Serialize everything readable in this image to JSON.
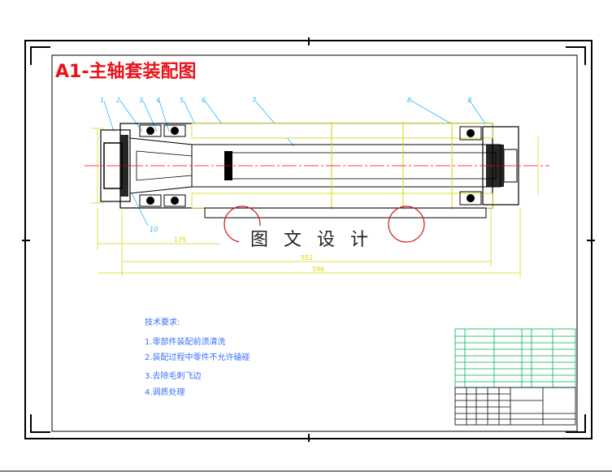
{
  "drawing_title": "A1-主轴套装配图",
  "watermark": "图 文 设 计",
  "part_numbers": [
    "1",
    "2",
    "3",
    "4",
    "5",
    "6",
    "7",
    "8",
    "9",
    "10"
  ],
  "dimensions": {
    "d1": "175",
    "d2": "551",
    "d3": "596"
  },
  "technical_requirements": {
    "heading": "技术要求:",
    "items": [
      "1.零部件装配前须清洗",
      "2.装配过程中零件不允许磕碰",
      "3.去除毛刺飞边",
      "4.调质处理"
    ]
  },
  "colors": {
    "frame": "#000000",
    "title": "#e8141b",
    "hatch": "#d6d600",
    "leader": "#1fb6ff",
    "notes": "#3a6fff",
    "centerline": "#ff0000",
    "table": "#00b050"
  }
}
